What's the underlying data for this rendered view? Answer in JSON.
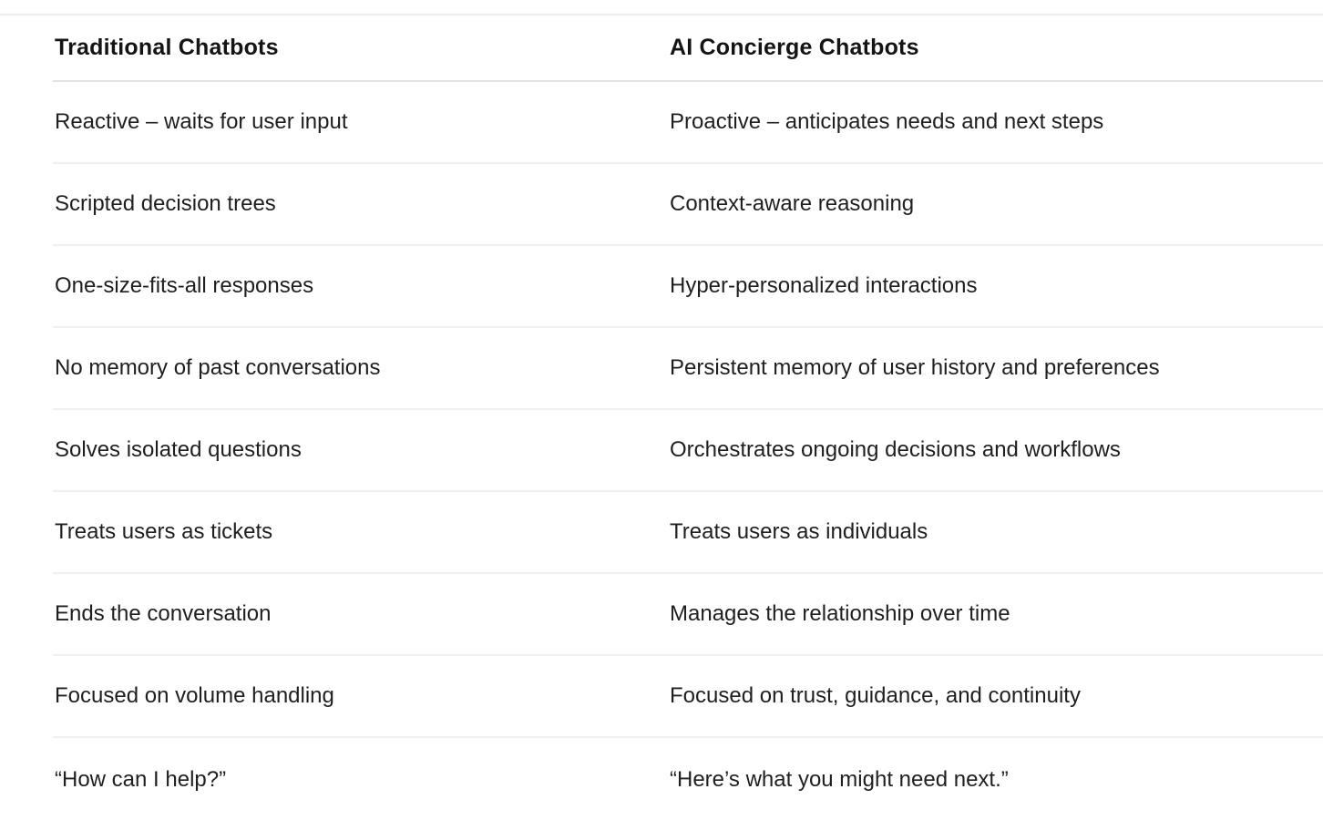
{
  "table": {
    "columns": [
      {
        "header": "Traditional Chatbots"
      },
      {
        "header": "AI Concierge Chatbots"
      }
    ],
    "rows": [
      {
        "traditional": "Reactive – waits for user input",
        "concierge": "Proactive – anticipates needs and next steps"
      },
      {
        "traditional": "Scripted decision trees",
        "concierge": "Context-aware reasoning"
      },
      {
        "traditional": "One-size-fits-all responses",
        "concierge": "Hyper-personalized interactions"
      },
      {
        "traditional": "No memory of past conversations",
        "concierge": "Persistent memory of user history and preferences"
      },
      {
        "traditional": "Solves isolated questions",
        "concierge": "Orchestrates ongoing decisions and workflows"
      },
      {
        "traditional": "Treats users as tickets",
        "concierge": "Treats users as individuals"
      },
      {
        "traditional": "Ends the conversation",
        "concierge": "Manages the relationship over time"
      },
      {
        "traditional": "Focused on volume handling",
        "concierge": "Focused on trust, guidance, and continuity"
      },
      {
        "traditional": "“How can I help?”",
        "concierge": "“Here’s what you might need next.”"
      }
    ]
  },
  "colors": {
    "background": "#ffffff",
    "text": "#1f1f1f",
    "header_text": "#141414",
    "top_rule": "#ececec",
    "header_rule": "#e2e2e2",
    "row_rule": "#f0f0f0"
  }
}
